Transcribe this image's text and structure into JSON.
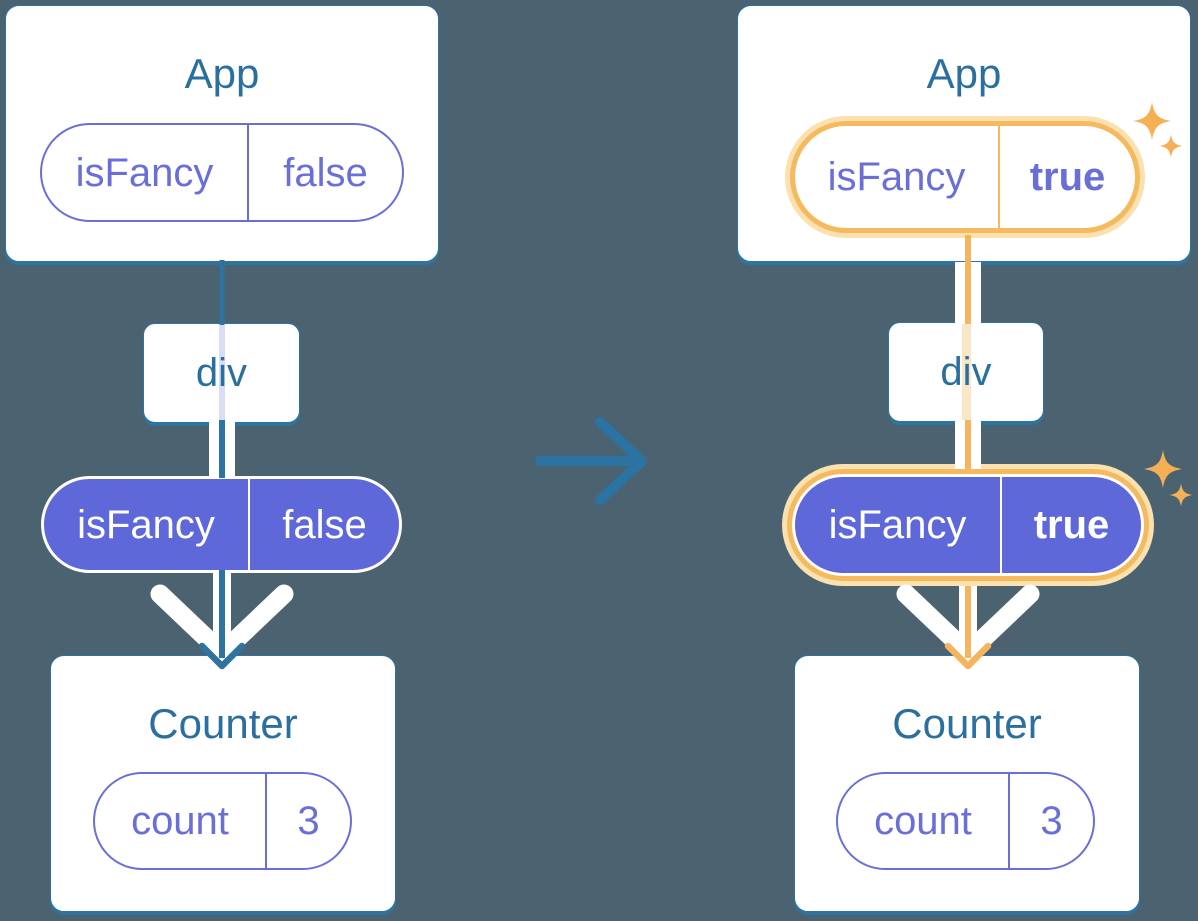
{
  "diagram": {
    "description_domain": "component-tree prop-flow diagram, before and after state",
    "left": {
      "app": {
        "title": "App",
        "prop": {
          "name": "isFancy",
          "value": "false"
        }
      },
      "div": {
        "label": "div"
      },
      "passed_prop": {
        "name": "isFancy",
        "value": "false"
      },
      "counter": {
        "title": "Counter",
        "state": {
          "name": "count",
          "value": "3"
        }
      }
    },
    "right": {
      "app": {
        "title": "App",
        "prop": {
          "name": "isFancy",
          "value": "true"
        }
      },
      "div": {
        "label": "div"
      },
      "passed_prop": {
        "name": "isFancy",
        "value": "true"
      },
      "counter": {
        "title": "Counter",
        "state": {
          "name": "count",
          "value": "3"
        }
      }
    },
    "icons": {
      "transition_arrow": "right-arrow",
      "highlight_sparkles": "four-point-sparkles",
      "flow_arrowhead": "chevron-down"
    },
    "palette": {
      "background": "#4B6370",
      "card_fill": "#FFFFFF",
      "card_stroke": "#2E74A0",
      "heading_text": "#2A6F9D",
      "purple_stroke": "#6A6FD8",
      "purple_fill": "#5F68D8",
      "lavender_trace": "#D8DEF3",
      "orange": "#F6BA5E",
      "orange_glow": "#FBE0B0",
      "pale_orange_trace": "#FAE7C7",
      "white": "#FFFFFF"
    }
  }
}
